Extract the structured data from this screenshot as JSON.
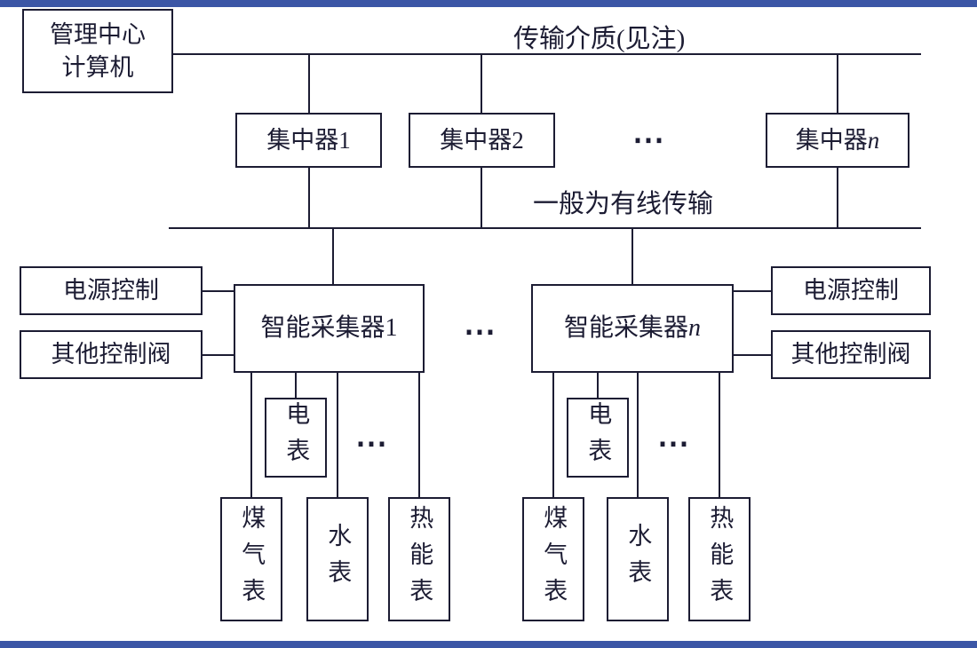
{
  "page": {
    "background": "#ffffff",
    "accent_bar_color": "#3b56a6",
    "line_color": "#1c1c33"
  },
  "labels": {
    "top_bus": "传输介质(见注)",
    "mid_bus": "一般为有线传输",
    "ellipsis": "⋯"
  },
  "management_center": {
    "lines": [
      "管理中心",
      "计算机"
    ]
  },
  "concentrators": [
    {
      "prefix": "集中器",
      "suffix": "1"
    },
    {
      "prefix": "集中器",
      "suffix": "2"
    },
    {
      "prefix": "集中器",
      "suffix": "n"
    }
  ],
  "collectors": [
    {
      "prefix": "智能采集器",
      "suffix": "1"
    },
    {
      "prefix": "智能采集器",
      "suffix": "n"
    }
  ],
  "side_controls": {
    "power": "电源控制",
    "valve": "其他控制阀"
  },
  "meters": {
    "electric": "电表",
    "gas": "煤气表",
    "water": "水表",
    "heat": "热能表"
  }
}
